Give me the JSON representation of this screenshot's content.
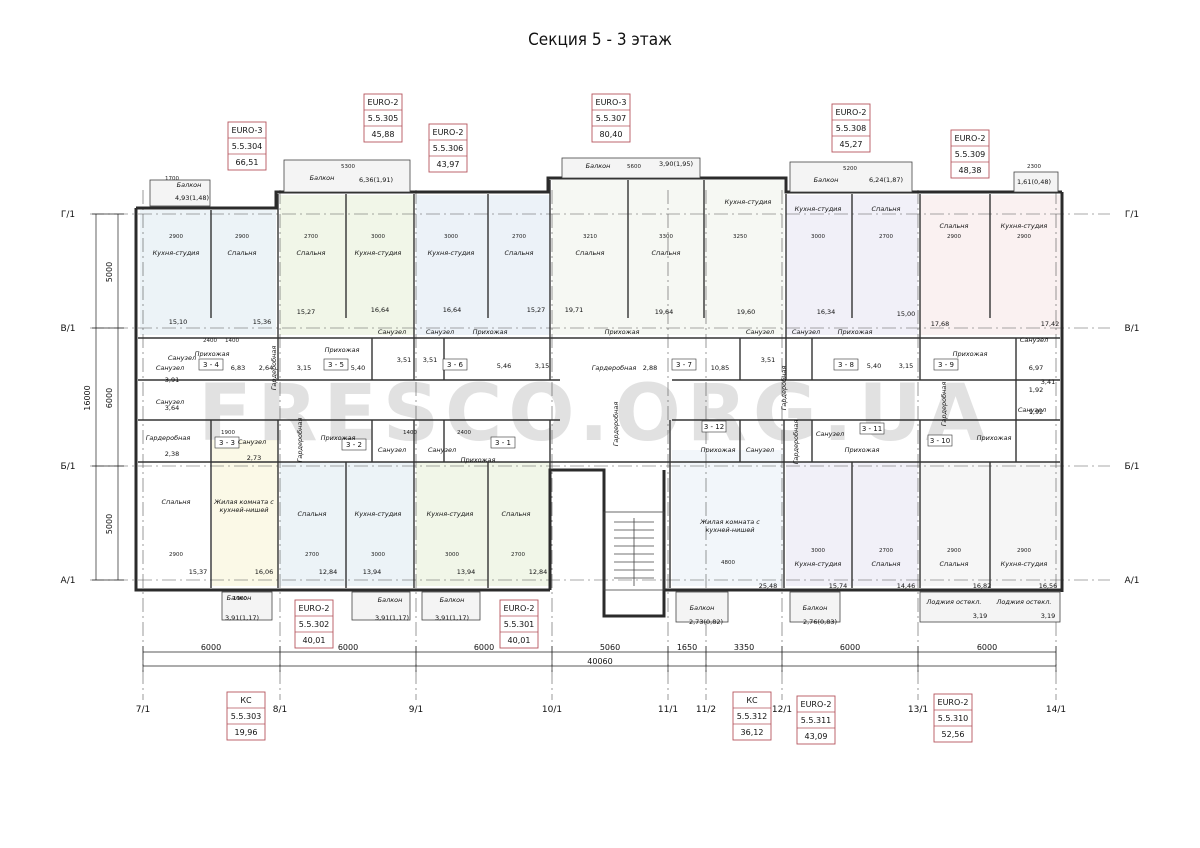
{
  "title": "Секция 5 - 3 этаж",
  "watermark": "FRESCO.ORG.UA",
  "axes_h": [
    "Г/1",
    "В/1",
    "Б/1",
    "А/1"
  ],
  "axes_v": [
    "7/1",
    "8/1",
    "9/1",
    "10/1",
    "11/1",
    "11/2",
    "12/1",
    "13/1",
    "14/1"
  ],
  "dims_left": [
    "5000",
    "6000",
    "5000",
    "16000"
  ],
  "dims_bottom": [
    "6000",
    "6000",
    "6000",
    "5060",
    "1650",
    "3350",
    "6000",
    "6000"
  ],
  "dims_total": "40060",
  "apartments": [
    {
      "type": "EURO-3",
      "num": "5.5.304",
      "area": "66,51"
    },
    {
      "type": "EURO-2",
      "num": "5.5.305",
      "area": "45,88"
    },
    {
      "type": "EURO-2",
      "num": "5.5.306",
      "area": "43,97"
    },
    {
      "type": "EURO-3",
      "num": "5.5.307",
      "area": "80,40"
    },
    {
      "type": "EURO-2",
      "num": "5.5.308",
      "area": "45,27"
    },
    {
      "type": "EURO-2",
      "num": "5.5.309",
      "area": "48,38"
    },
    {
      "type": "EURO-2",
      "num": "5.5.302",
      "area": "40,01"
    },
    {
      "type": "EURO-2",
      "num": "5.5.301",
      "area": "40,01"
    },
    {
      "type": "КС",
      "num": "5.5.303",
      "area": "19,96"
    },
    {
      "type": "КС",
      "num": "5.5.312",
      "area": "36,12"
    },
    {
      "type": "EURO-2",
      "num": "5.5.311",
      "area": "43,09"
    },
    {
      "type": "EURO-2",
      "num": "5.5.310",
      "area": "52,56"
    }
  ],
  "flat_tags": [
    "3 - 4",
    "3 - 5",
    "3 - 6",
    "3 - 7",
    "3 - 8",
    "3 - 9",
    "3 - 3",
    "3 - 2",
    "3 - 1",
    "3 - 12",
    "3 - 11",
    "3 - 10"
  ],
  "rooms": {
    "kitchen_studio": "Кухня-студия",
    "bedroom": "Спальня",
    "hall": "Прихожая",
    "bathroom": "Санузел",
    "wardrobe": "Гардеробная",
    "balcony": "Балкон",
    "living_kitchen_1": "Жилая комната с",
    "living_kitchen_2": "кухней-нишей",
    "loggia": "Лоджия остекл."
  },
  "room_areas": {
    "top": [
      "15,10",
      "15,36",
      "15,27",
      "16,64",
      "16,64",
      "15,27",
      "19,71",
      "19,64",
      "19,60",
      "16,34",
      "15,00",
      "17,68",
      "17,42"
    ],
    "mid": [
      "6,83",
      "2,64",
      "3,91",
      "3,64",
      "2,38",
      "2,73",
      "3,15",
      "5,40",
      "3,51",
      "3,51",
      "5,46",
      "3,15",
      "2,88",
      "10,85",
      "3,51",
      "5,40",
      "3,15",
      "6,97",
      "3,41",
      "1,92",
      "1,92"
    ],
    "bottom": [
      "15,37",
      "16,06",
      "12,84",
      "13,94",
      "13,94",
      "12,84",
      "25,48",
      "15,74",
      "14,46",
      "16,82",
      "16,56",
      "3,19",
      "3,19"
    ],
    "balcony": [
      "4,93(1,48)",
      "6,36(1,91)",
      "3,90(1,95)",
      "6,24(1,87)",
      "1,61(0,48)",
      "3,91(1,17)",
      "3,91(1,17)",
      "3,91(1,17)",
      "2,73(0,82)",
      "2,76(0,83)"
    ]
  },
  "inner_dims": [
    "2900",
    "2900",
    "2700",
    "3000",
    "3000",
    "2700",
    "3210",
    "3300",
    "3250",
    "3000",
    "2700",
    "2900",
    "2900",
    "2400",
    "1400",
    "1900",
    "2900",
    "2700",
    "3000",
    "3000",
    "2700",
    "4800",
    "3000",
    "2700",
    "2900",
    "2900",
    "5300",
    "5600",
    "5200",
    "2300",
    "1700",
    "1900",
    "1400",
    "2400"
  ]
}
